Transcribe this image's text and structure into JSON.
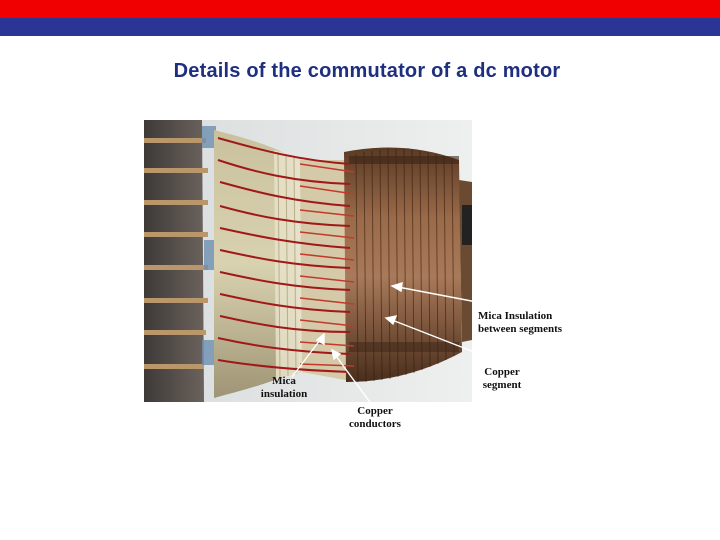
{
  "slide": {
    "title": "Details of the commutator of a dc motor",
    "colors": {
      "top_bar": "#f00000",
      "second_bar": "#2b3595",
      "title": "#1f2f80"
    }
  },
  "figure": {
    "labels": {
      "mica_between_1": "Mica Insulation",
      "mica_between_2": "between segments",
      "copper_segment_1": "Copper",
      "copper_segment_2": "segment",
      "mica_insulation_1": "Mica",
      "mica_insulation_2": "insulation",
      "copper_conductors_1": "Copper",
      "copper_conductors_2": "conductors"
    }
  }
}
